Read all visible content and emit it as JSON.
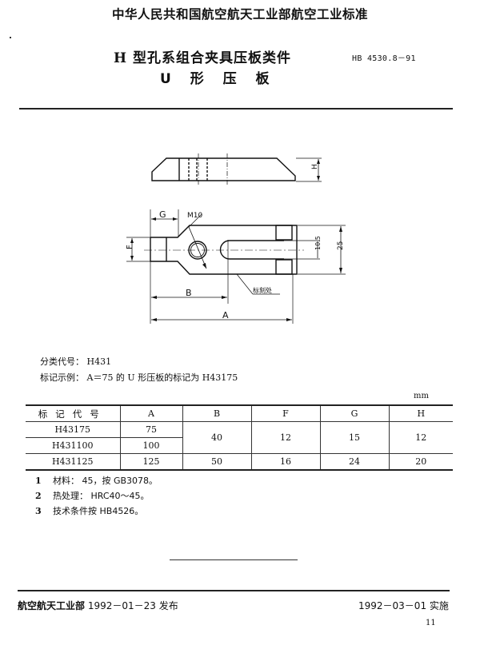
{
  "header": {
    "organization": "中华人民共和国航空航天工业部航空工业标准",
    "title_line1_prefix": "H",
    "title_line1_rest": " 型孔系组合夹具压板类件",
    "title_line2": "U 形 压 板",
    "standard_code": "HB 4530.8－91"
  },
  "drawing": {
    "side_view_dim": "H",
    "dims": {
      "G": "G",
      "thread": "M10",
      "F": "F",
      "slot_width": "10.5",
      "height": "25",
      "B": "B",
      "A": "A",
      "marking_label": "标刻处"
    }
  },
  "meta": {
    "classification_label": "分类代号：",
    "classification_value": "H431",
    "example_label": "标记示例：",
    "example_value": "A＝75 的 U 形压板的标记为 H43175"
  },
  "table": {
    "unit": "mm",
    "headers": [
      "标记代号",
      "A",
      "B",
      "F",
      "G",
      "H"
    ],
    "rows": [
      {
        "code": "H43175",
        "A": "75"
      },
      {
        "code": "H431100",
        "A": "100"
      },
      {
        "code": "H431125",
        "A": "125",
        "B": "50",
        "F": "16",
        "G": "24",
        "H": "20"
      }
    ],
    "merged_group": {
      "B": "40",
      "F": "12",
      "G": "15",
      "H": "12"
    }
  },
  "notes": [
    {
      "num": "1",
      "text": "材料： 45，按 GB3078。"
    },
    {
      "num": "2",
      "text": "热处理： HRC40～45。"
    },
    {
      "num": "3",
      "text": "技术条件按 HB4526。"
    }
  ],
  "footer": {
    "issuer": "航空航天工业部",
    "issue_date": " 1992－01－23 发布",
    "effective": "1992－03－01 实施",
    "page": "11"
  }
}
